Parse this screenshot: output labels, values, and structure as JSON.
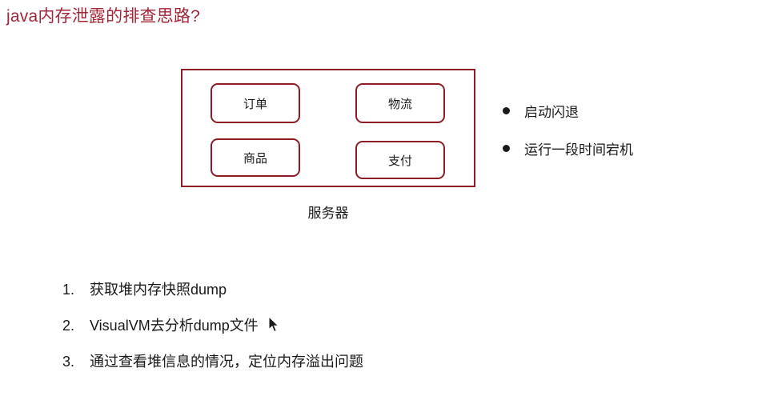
{
  "slide": {
    "title": "java内存泄露的排查思路?",
    "title_color": "#a32638",
    "background_color": "#ffffff"
  },
  "diagram": {
    "accent_color": "#8d1c27",
    "container_label": "服务器",
    "modules": [
      {
        "label": "订单"
      },
      {
        "label": "物流"
      },
      {
        "label": "商品"
      },
      {
        "label": "支付"
      }
    ]
  },
  "symptoms": {
    "items": [
      {
        "label": "启动闪退"
      },
      {
        "label": "运行一段时间宕机"
      }
    ]
  },
  "steps": {
    "items": [
      {
        "number": "1.",
        "text": "获取堆内存快照dump"
      },
      {
        "number": "2.",
        "text": "VisualVM去分析dump文件"
      },
      {
        "number": "3.",
        "text": "通过查看堆信息的情况，定位内存溢出问题"
      }
    ]
  },
  "cursor": {
    "icon": "mouse-pointer-icon"
  }
}
